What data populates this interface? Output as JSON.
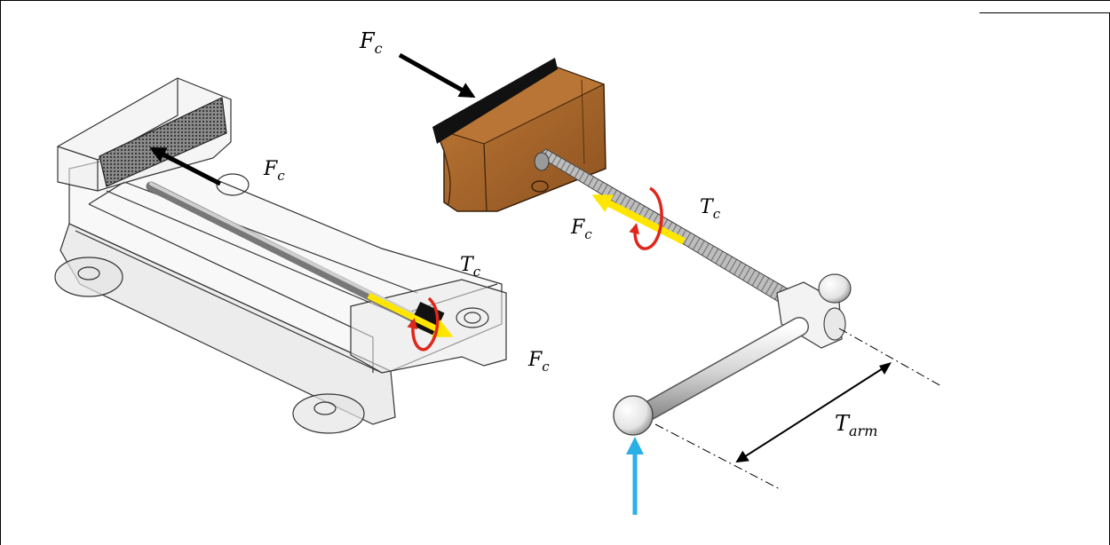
{
  "labels": {
    "fc_top": {
      "main": "F",
      "sub": "c"
    },
    "fc_left": {
      "main": "F",
      "sub": "c"
    },
    "tc_left": {
      "main": "T",
      "sub": "c"
    },
    "fc_bottom": {
      "main": "F",
      "sub": "c"
    },
    "fc_screw": {
      "main": "F",
      "sub": "c"
    },
    "tc_screw": {
      "main": "T",
      "sub": "c"
    },
    "t_arm": {
      "main": "T",
      "sub": "arm"
    }
  },
  "colors": {
    "force_arrow": "#000000",
    "axial_arrow": "#ffe600",
    "torque_arrow": "#e0261b",
    "input_arrow": "#2ab0e6",
    "jaw_brown": "#a8652a",
    "jaw_dark": "#6a3d14",
    "steel": "#c8c8c8",
    "outline": "#222222"
  }
}
